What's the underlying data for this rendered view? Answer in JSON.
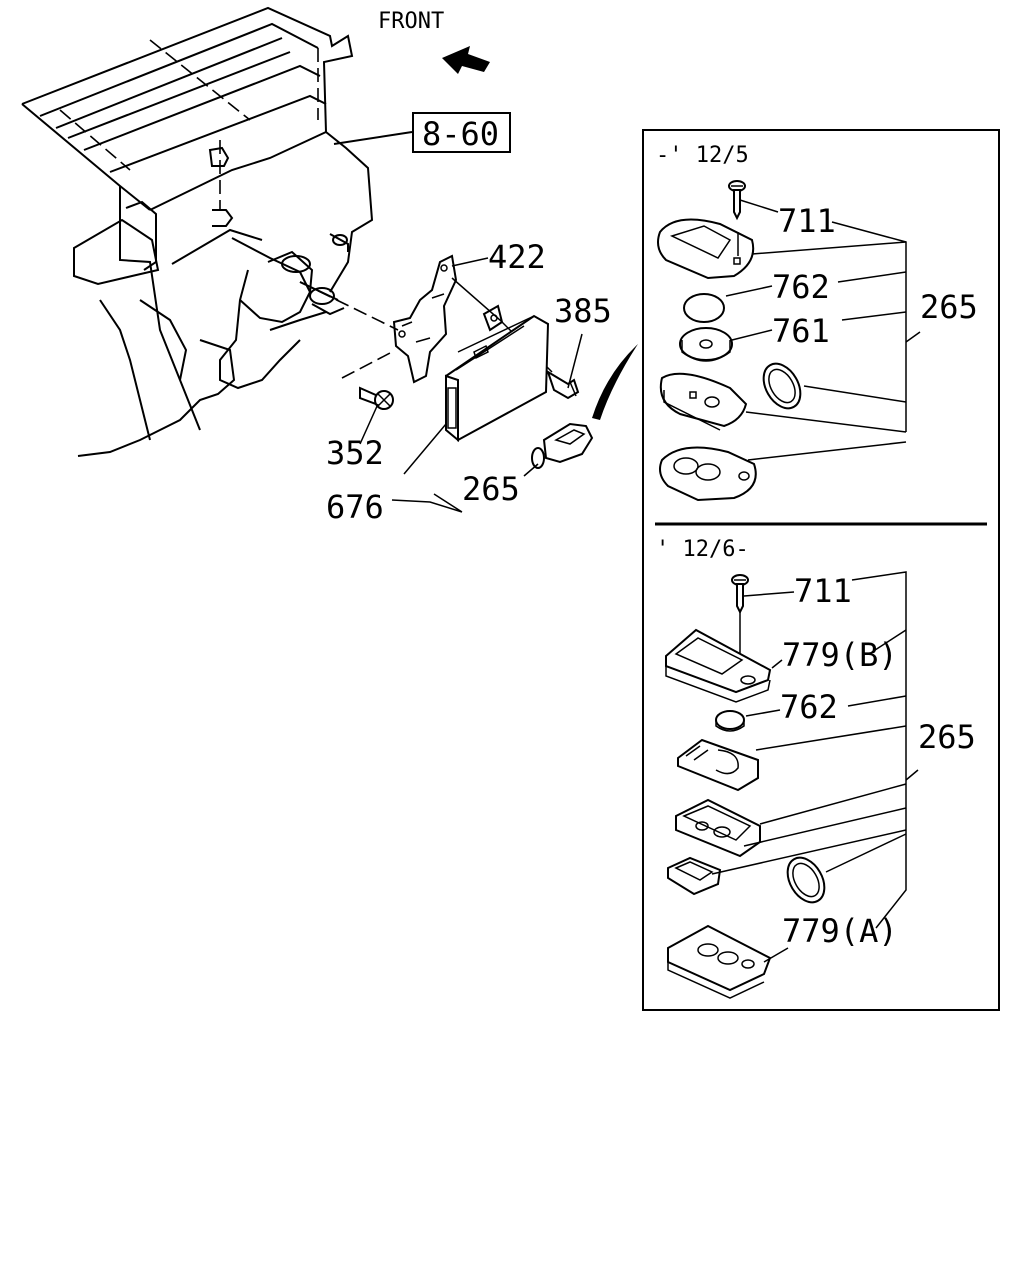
{
  "direction": {
    "label": "FRONT"
  },
  "ref_box": {
    "label": "8-60"
  },
  "main_callouts": {
    "c422": "422",
    "c385": "385",
    "c352": "352",
    "c265": "265",
    "c676": "676"
  },
  "panel_top": {
    "range": "-' 12/5",
    "c711": "711",
    "c762": "762",
    "c761": "761",
    "c265": "265"
  },
  "panel_bottom": {
    "range": "' 12/6-",
    "c711": "711",
    "c779b": "779(B)",
    "c762": "762",
    "c265": "265",
    "c779a": "779(A)"
  }
}
